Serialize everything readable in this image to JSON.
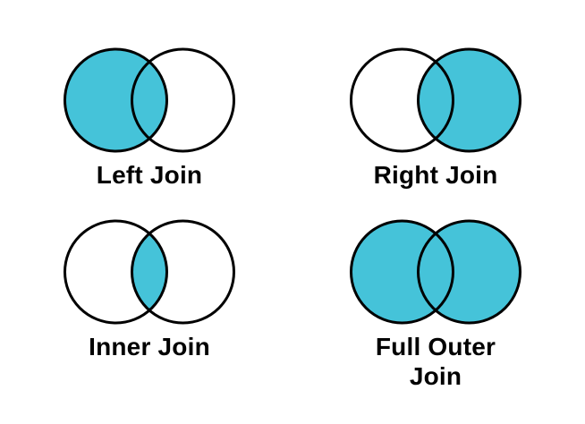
{
  "page": {
    "background": "#FFFFFF",
    "description": "SQL join types illustrated as Venn diagrams"
  },
  "colors": {
    "shade": "#45C3D9",
    "outline": "#000000",
    "text": "#000000"
  },
  "diagrams": [
    {
      "id": "left-join",
      "label": "Left Join",
      "shaded": "left circle including intersection",
      "fills": {
        "left": true,
        "right": false,
        "intersection": true
      }
    },
    {
      "id": "right-join",
      "label": "Right Join",
      "shaded": "right circle including intersection",
      "fills": {
        "left": false,
        "right": true,
        "intersection": true
      }
    },
    {
      "id": "inner-join",
      "label": "Inner Join",
      "shaded": "intersection only",
      "fills": {
        "left": false,
        "right": false,
        "intersection": true
      }
    },
    {
      "id": "full-outer-join",
      "label": "Full Outer Join",
      "shaded": "both circles including intersection",
      "fills": {
        "left": true,
        "right": true,
        "intersection": true
      }
    }
  ]
}
